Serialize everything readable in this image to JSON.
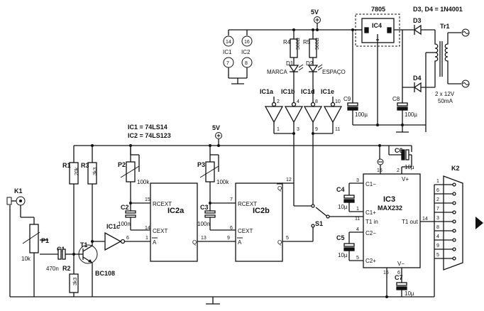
{
  "ics": {
    "ic1_def": "IC1 = 74LS14",
    "ic2_def": "IC2 = 74LS123",
    "diodes_def": "D3, D4 = 1N4001",
    "regulator": "7805",
    "ic4": "IC4",
    "ic3": "IC3",
    "ic3_part": "MAX232",
    "ic2a": "IC2a",
    "ic2b": "IC2b",
    "ic1a": "IC1a",
    "ic1b": "IC1b",
    "ic1c": "IC1c",
    "ic1d": "IC1d",
    "ic1e": "IC1e",
    "ic1": "IC1",
    "ic2": "IC2"
  },
  "power": {
    "vcc": "5V"
  },
  "components": {
    "k1": "K1",
    "k2": "K2",
    "p1": "P1",
    "p1_val": "10k",
    "c1": "C1",
    "c1_val": "470n",
    "r1": "R1",
    "r1_val": "20k",
    "r2": "R2",
    "r2_val": "3k3",
    "r3": "R3",
    "r3_val": "3k3",
    "t1": "T1",
    "t1_part": "BC108",
    "p2": "P2",
    "p2_val": "100k",
    "c2": "C2",
    "c2_val": "100n",
    "p3": "P3",
    "p3_val": "100k",
    "c3": "C3",
    "c3_val": "100n",
    "r4": "R4",
    "r4_val": "560Ω",
    "r5": "R5",
    "r5_val": "560Ω",
    "d1": "D1",
    "d2": "D2",
    "d3": "D3",
    "d4": "D4",
    "d1_label": "MARCA",
    "d2_label": "ESPAÇO",
    "c4": "C4",
    "c4_val": "10µ",
    "c5": "C5",
    "c5_val": "10µ",
    "c6": "C6",
    "c6_val": "10µ",
    "c7": "C7",
    "c7_val": "10µ",
    "c8": "C8",
    "c8_val": "100µ",
    "c9": "C9",
    "c9_val": "100µ",
    "tr1": "Tr1",
    "tr1_spec": "2 x 12V",
    "tr1_current": "50mA",
    "s1": "S1"
  },
  "pins": {
    "ic2a_rc": "RCEXT",
    "ic2a_c": "CEXT",
    "ic2a_a": "A",
    "ic2a_q": "Q",
    "ic3_c1m": "C1−",
    "ic3_c1p": "C1+",
    "ic3_t1in": "T1 in",
    "ic3_c2m": "C2−",
    "ic3_c2p": "C2+",
    "ic3_t1out": "T1 out",
    "ic3_vp": "V+",
    "ic3_vm": "V−",
    "n14": "14",
    "n7": "7",
    "n16": "16",
    "n8": "8",
    "n15": "15",
    "n13": "13",
    "n9": "9",
    "n6": "6",
    "n1": "1",
    "n2": "2",
    "n3": "3",
    "n4": "4",
    "n5": "5",
    "n10": "10",
    "n11": "11",
    "n12": "12",
    "n15b": "15",
    "n16b": "16",
    "n2b": "2",
    "k2p1": "1",
    "k2p6": "6",
    "k2p2": "2",
    "k2p7": "7",
    "k2p3": "3",
    "k2p8": "8",
    "k2p4": "4",
    "k2p9": "9",
    "k2p5": "5"
  }
}
